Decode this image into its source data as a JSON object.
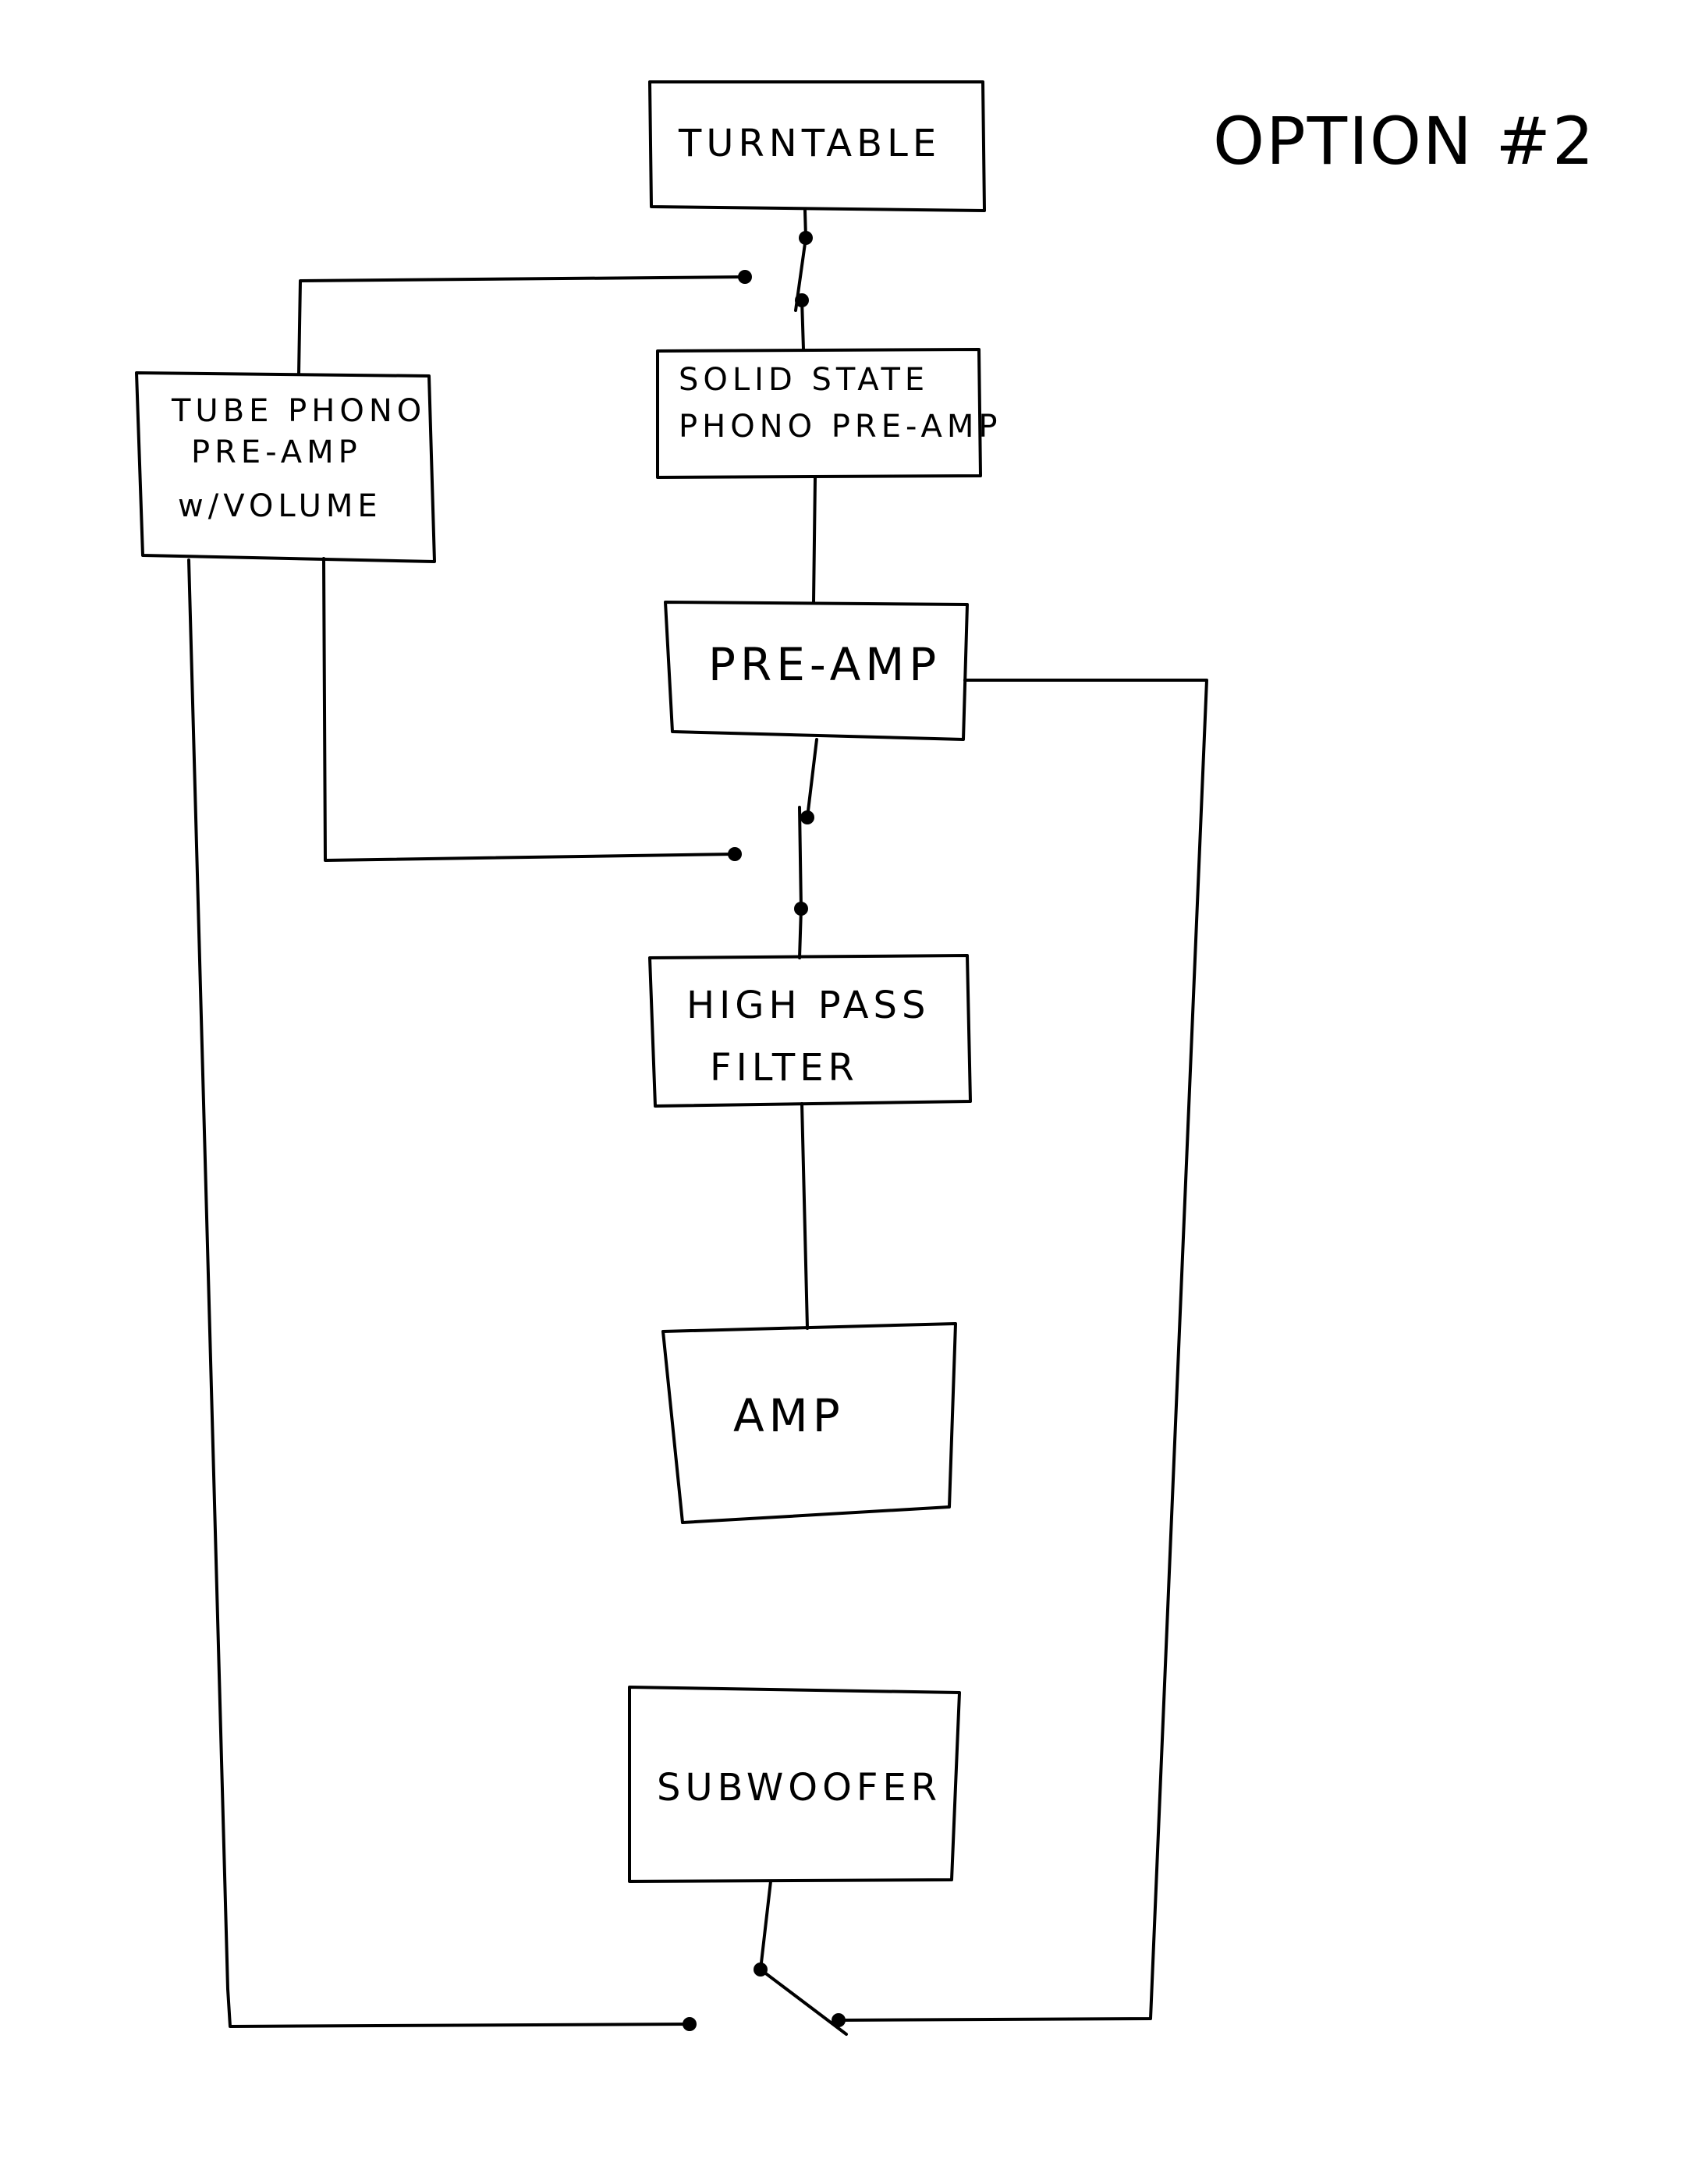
{
  "title": "OPTION #2",
  "blocks": {
    "turntable": "TURNTABLE",
    "solid_state_preamp": [
      "SOLID STATE",
      "PHONO PRE-AMP"
    ],
    "tube_preamp": [
      "TUBE PHONO",
      "PRE-AMP",
      "w/VOLUME"
    ],
    "preamp": "PRE-AMP",
    "high_pass_filter": [
      "HIGH PASS",
      "FILTER"
    ],
    "amp": "AMP",
    "subwoofer": "SUBWOOFER"
  },
  "colors": {
    "ink": "#000000",
    "paper": "#ffffff"
  }
}
